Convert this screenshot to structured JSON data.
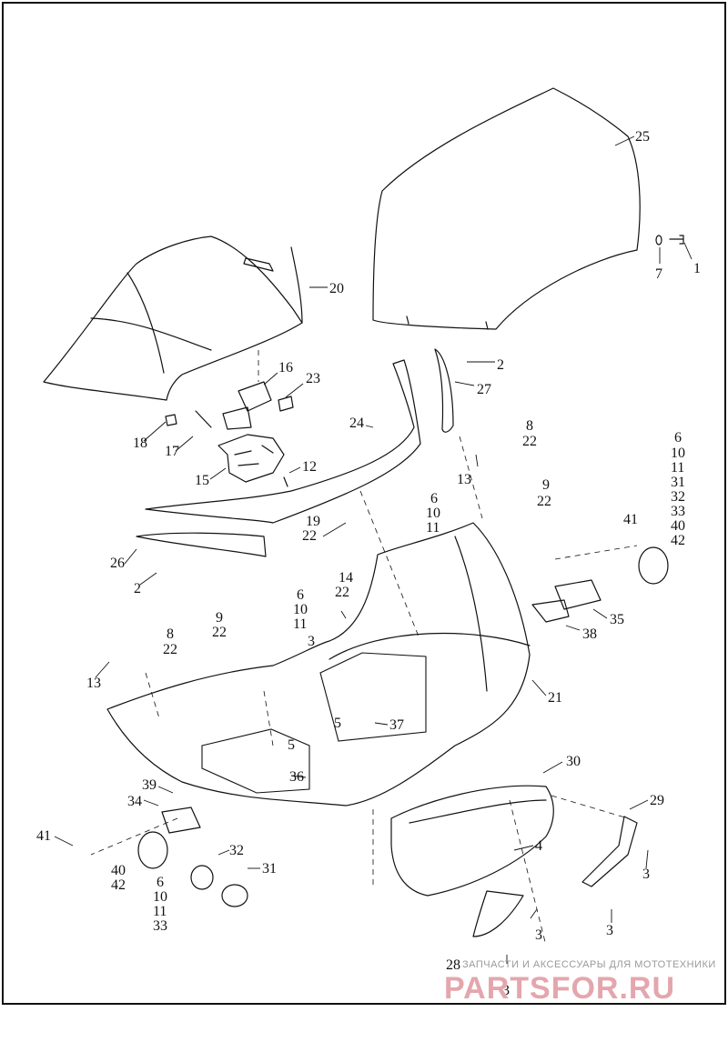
{
  "callouts": [
    {
      "id": "c25",
      "text": "25"
    },
    {
      "id": "c1",
      "text": "1"
    },
    {
      "id": "c7",
      "text": "7"
    },
    {
      "id": "c20",
      "text": "20"
    },
    {
      "id": "c2a",
      "text": "2"
    },
    {
      "id": "c27",
      "text": "27"
    },
    {
      "id": "c16",
      "text": "16"
    },
    {
      "id": "c23",
      "text": "23"
    },
    {
      "id": "c24",
      "text": "24"
    },
    {
      "id": "c18",
      "text": "18"
    },
    {
      "id": "c17",
      "text": "17"
    },
    {
      "id": "c15",
      "text": "15"
    },
    {
      "id": "c12",
      "text": "12"
    },
    {
      "id": "c8a",
      "text": "8"
    },
    {
      "id": "c22a",
      "text": "22"
    },
    {
      "id": "c13a",
      "text": "13"
    },
    {
      "id": "c9a",
      "text": "9"
    },
    {
      "id": "c22b",
      "text": "22"
    },
    {
      "id": "c6a",
      "text": "6"
    },
    {
      "id": "c10a",
      "text": "10"
    },
    {
      "id": "c11a",
      "text": "11"
    },
    {
      "id": "c31a",
      "text": "31"
    },
    {
      "id": "c32a",
      "text": "32"
    },
    {
      "id": "c33a",
      "text": "33"
    },
    {
      "id": "c40a",
      "text": "40"
    },
    {
      "id": "c42a",
      "text": "42"
    },
    {
      "id": "c6b",
      "text": "6"
    },
    {
      "id": "c10b",
      "text": "10"
    },
    {
      "id": "c11b",
      "text": "11"
    },
    {
      "id": "c19",
      "text": "19"
    },
    {
      "id": "c22c",
      "text": "22"
    },
    {
      "id": "c41a",
      "text": "41"
    },
    {
      "id": "c26",
      "text": "26"
    },
    {
      "id": "c2b",
      "text": "2"
    },
    {
      "id": "c14",
      "text": "14"
    },
    {
      "id": "c22d",
      "text": "22"
    },
    {
      "id": "c6c",
      "text": "6"
    },
    {
      "id": "c10c",
      "text": "10"
    },
    {
      "id": "c11c",
      "text": "11"
    },
    {
      "id": "c9b",
      "text": "9"
    },
    {
      "id": "c22e",
      "text": "22"
    },
    {
      "id": "c3a",
      "text": "3"
    },
    {
      "id": "c8b",
      "text": "8"
    },
    {
      "id": "c22f",
      "text": "22"
    },
    {
      "id": "c35",
      "text": "35"
    },
    {
      "id": "c38",
      "text": "38"
    },
    {
      "id": "c13b",
      "text": "13"
    },
    {
      "id": "c21",
      "text": "21"
    },
    {
      "id": "c5a",
      "text": "5"
    },
    {
      "id": "c37",
      "text": "37"
    },
    {
      "id": "c5b",
      "text": "5"
    },
    {
      "id": "c36",
      "text": "36"
    },
    {
      "id": "c30",
      "text": "30"
    },
    {
      "id": "c39",
      "text": "39"
    },
    {
      "id": "c34",
      "text": "34"
    },
    {
      "id": "c29",
      "text": "29"
    },
    {
      "id": "c41b",
      "text": "41"
    },
    {
      "id": "c4",
      "text": "4"
    },
    {
      "id": "c3b",
      "text": "3"
    },
    {
      "id": "c32b",
      "text": "32"
    },
    {
      "id": "c31b",
      "text": "31"
    },
    {
      "id": "c40b",
      "text": "40"
    },
    {
      "id": "c42b",
      "text": "42"
    },
    {
      "id": "c6d",
      "text": "6"
    },
    {
      "id": "c10d",
      "text": "10"
    },
    {
      "id": "c11d",
      "text": "11"
    },
    {
      "id": "c33b",
      "text": "33"
    },
    {
      "id": "c3c",
      "text": "3"
    },
    {
      "id": "c3d",
      "text": "3"
    },
    {
      "id": "c28",
      "text": "28"
    },
    {
      "id": "c3e",
      "text": "3"
    }
  ],
  "watermark": {
    "tagline": "ЗАПЧАСТИ И АКСЕССУАРЫ ДЛЯ МОТОТЕХНИКИ",
    "brand": "PARTSFOR.RU"
  }
}
